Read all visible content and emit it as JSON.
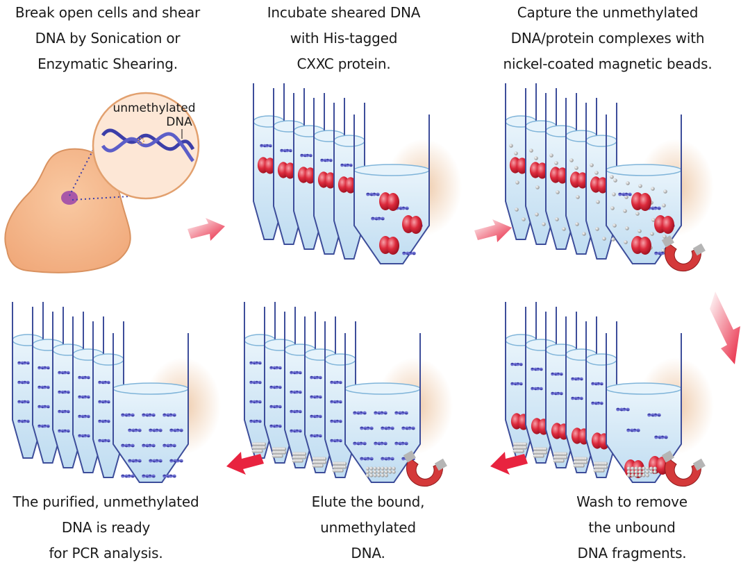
{
  "steps": [
    {
      "lines": [
        "Break open cells and shear",
        "DNA by Sonication or",
        "Enzymatic Shearing."
      ]
    },
    {
      "lines": [
        "Incubate sheared DNA",
        "with His-tagged",
        "CXXC protein."
      ]
    },
    {
      "lines": [
        "Capture the unmethylated",
        "DNA/protein complexes with",
        "nickel-coated magnetic beads."
      ]
    },
    {
      "lines": [
        "The purified, unmethylated",
        "DNA is ready",
        "for PCR analysis."
      ]
    },
    {
      "lines": [
        "Elute the bound,",
        "unmethylated",
        "DNA."
      ]
    },
    {
      "lines": [
        "Wash to remove",
        "the unbound",
        "DNA fragments."
      ]
    }
  ],
  "inset": {
    "label_line1": "unmethylated",
    "label_line2": "DNA"
  },
  "colors": {
    "cell": "#f5b98a",
    "cell_edge": "#d99260",
    "tube_liquid": "#cfe6f6",
    "tube_edge": "#3d4d9a",
    "protein": "#d9253a",
    "dna": "#3c3ea8",
    "arrow": "#e8233f",
    "magnet": "#d4393a",
    "bead": "#c8c8c8"
  }
}
